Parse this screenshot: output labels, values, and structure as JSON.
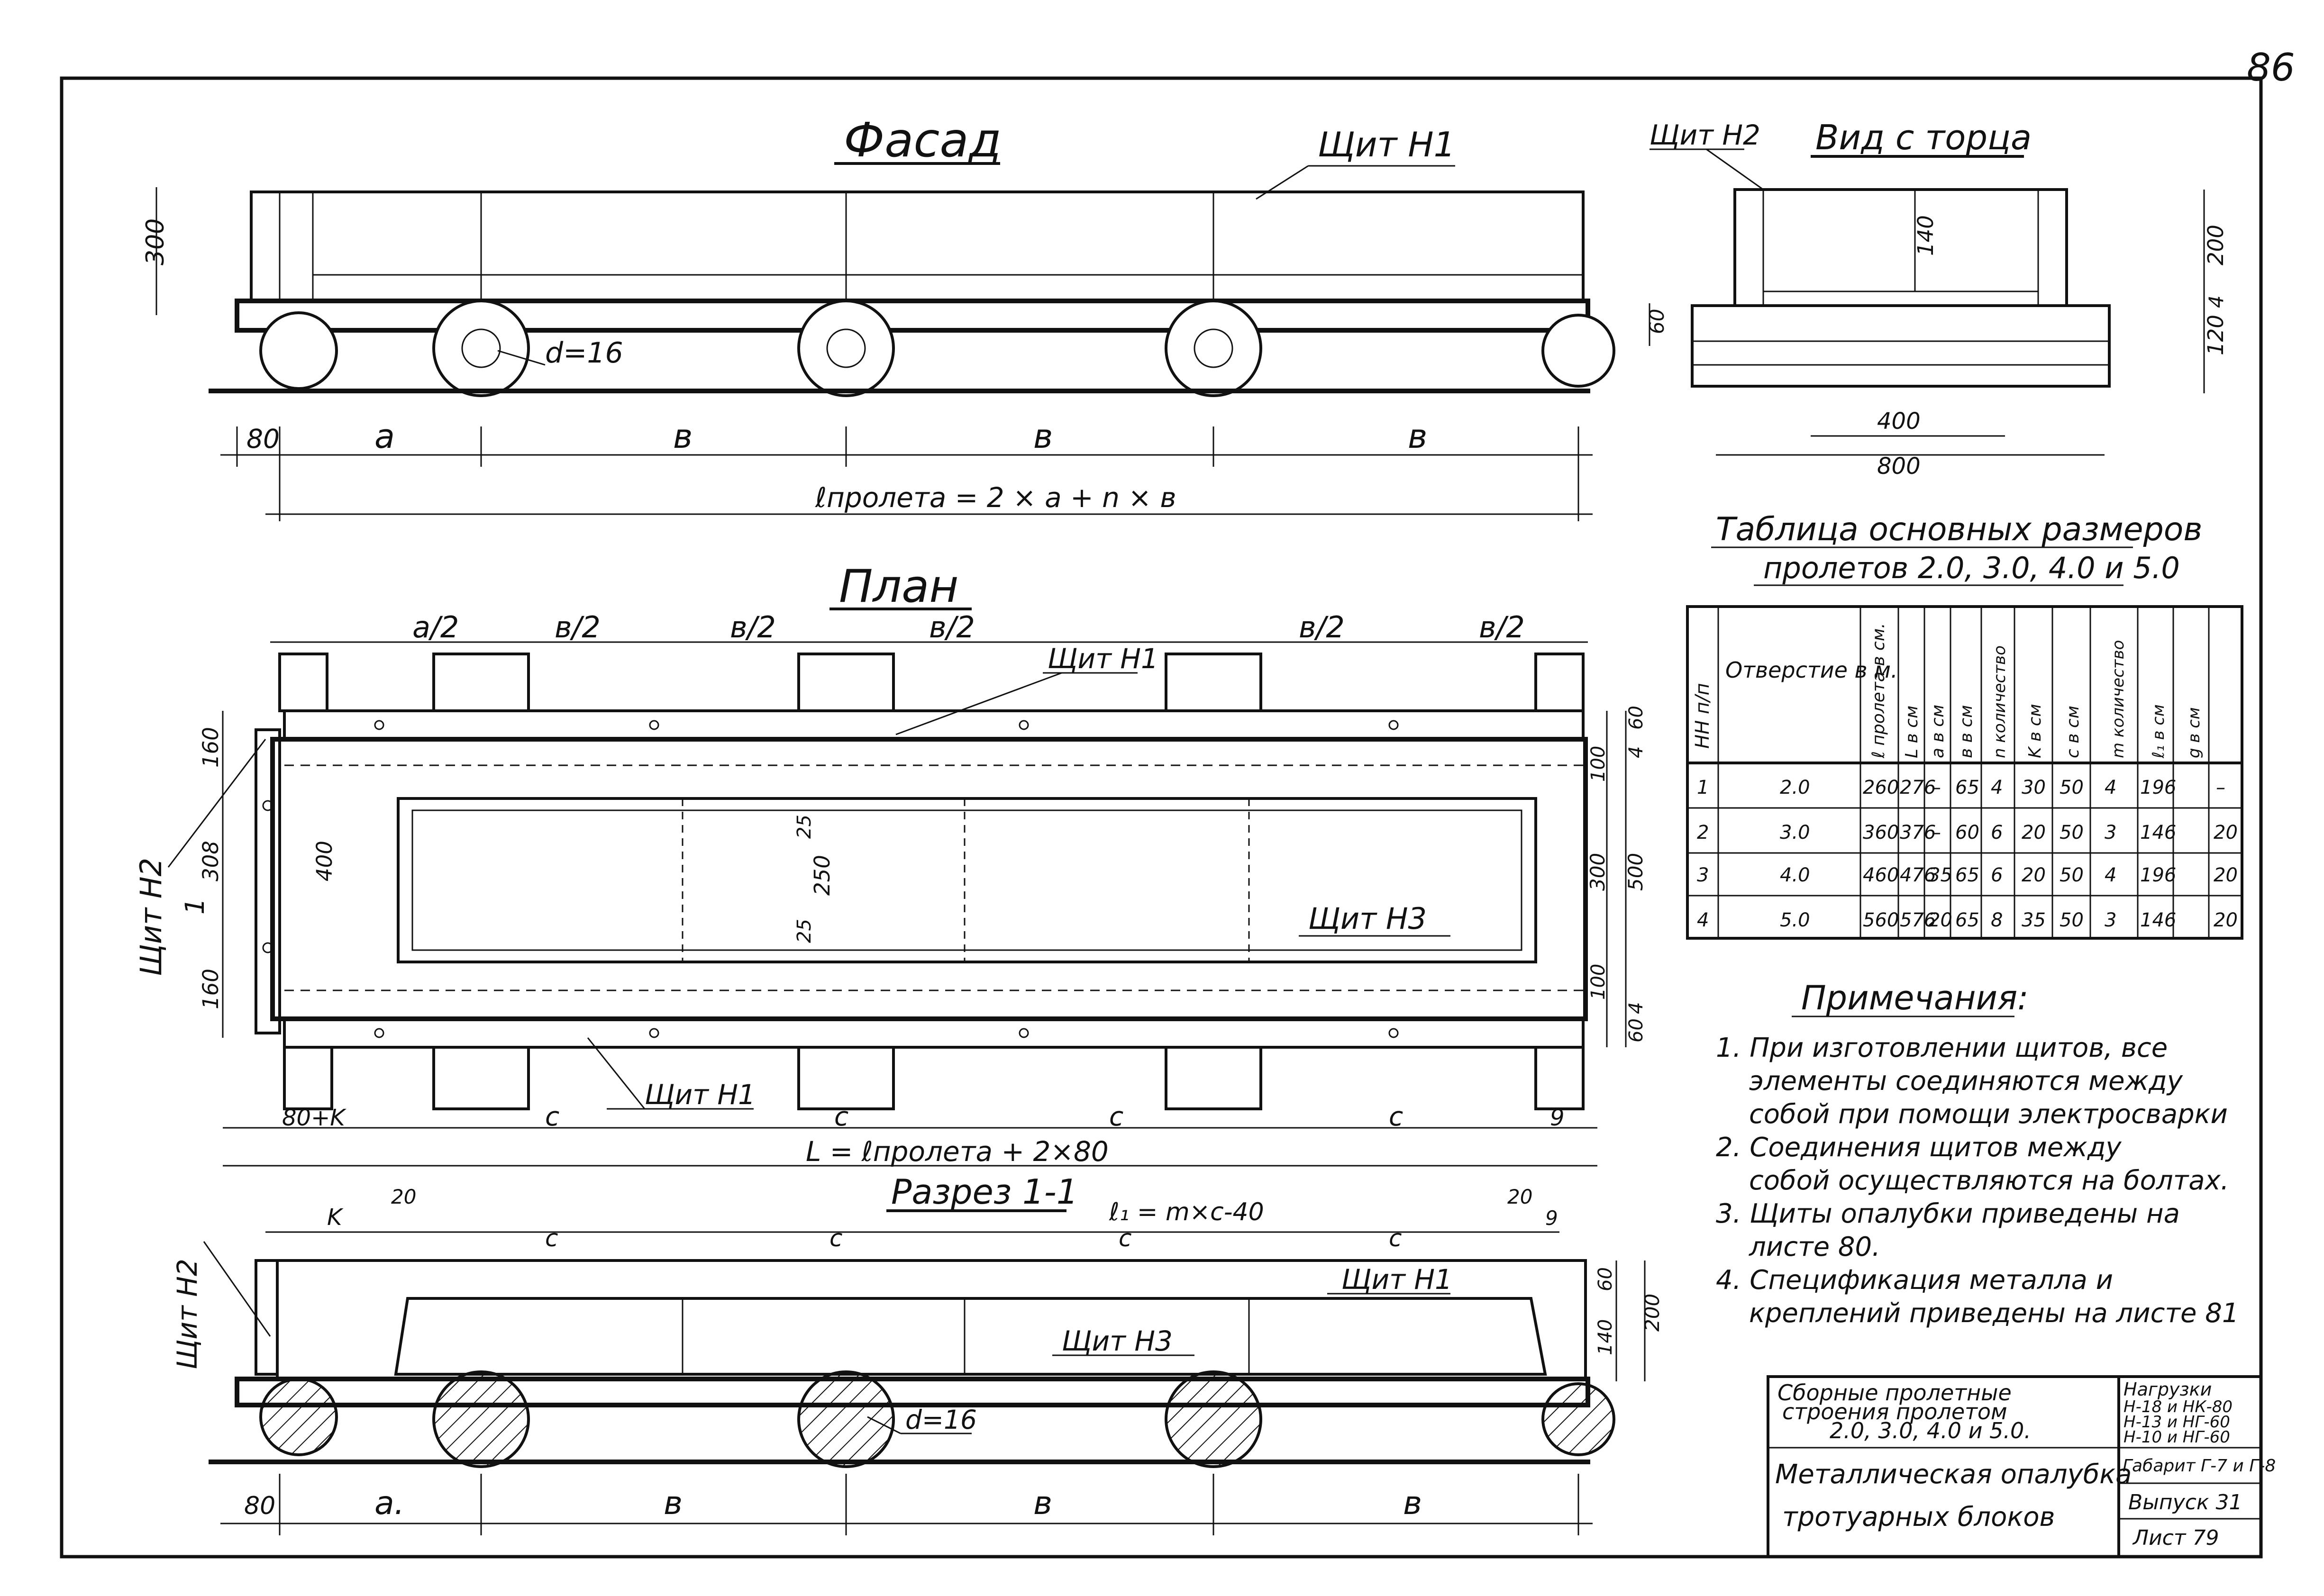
{
  "sheet_corner_number": "86",
  "facade": {
    "title": "Фасад",
    "label_shield": "Щит Н1",
    "dim_height": "300",
    "diameter_label": "d=16",
    "dims_bottom": [
      "80",
      "a",
      "в",
      "в",
      "в"
    ],
    "span_formula": "ℓпролета = 2 × a + n × в"
  },
  "end_view": {
    "title": "Вид с торца",
    "label_shield": "Щит Н2",
    "dim_140": "140",
    "dim_200": "200",
    "dim_4": "4",
    "dim_60": "60",
    "dim_120": "120",
    "dim_400": "400",
    "dim_800": "800"
  },
  "plan": {
    "title": "План",
    "top_dims": [
      "a/2",
      "в/2",
      "в/2",
      "в/2",
      "в/2",
      "в/2"
    ],
    "label_n1_top": "Щит Н1",
    "label_n1_bottom": "Щит Н1",
    "label_n2": "Щит Н2",
    "label_n3": "Щит Н3",
    "section_mark": "1",
    "left_dims": [
      "160",
      "308",
      "160"
    ],
    "dim_400": "400",
    "inner_dims": [
      "25",
      "250",
      "25"
    ],
    "right_dims": [
      "4",
      "60",
      "100",
      "300",
      "500",
      "100",
      "4",
      "60"
    ],
    "bottom_dims": [
      "80+K",
      "c",
      "c",
      "c",
      "c",
      "9"
    ],
    "length_formula": "L = ℓпролета + 2×80"
  },
  "section": {
    "title": "Разрез 1-1",
    "top_dims": [
      "K",
      "20",
      "c",
      "c",
      "c",
      "c",
      "20",
      "9"
    ],
    "l1_formula": "ℓ₁ = m×c-40",
    "label_n2": "Щит Н2",
    "label_n1": "Щит Н1",
    "label_n3": "Щит Н3",
    "diameter_label": "d=16",
    "right_dims": [
      "60",
      "140",
      "200"
    ],
    "dims_bottom": [
      "80",
      "a.",
      "в",
      "в",
      "в"
    ]
  },
  "table": {
    "title": "Таблица основных размеров",
    "subtitle": "пролетов 2.0, 3.0, 4.0 и 5.0",
    "headers": [
      "НН п/п",
      "Отверстие в м.",
      "ℓ пролета в см.",
      "L в см",
      "a в см",
      "в в см",
      "n количество",
      "K в см",
      "c в см",
      "m количество",
      "ℓ₁ в см",
      "g в см"
    ],
    "rows": [
      [
        "1",
        "2.0",
        "260",
        "276",
        "–",
        "65",
        "4",
        "30",
        "50",
        "4",
        "196",
        "–"
      ],
      [
        "2",
        "3.0",
        "360",
        "376",
        "–",
        "60",
        "6",
        "20",
        "50",
        "3",
        "146",
        "20"
      ],
      [
        "3",
        "4.0",
        "460",
        "476",
        "35",
        "65",
        "6",
        "20",
        "50",
        "4",
        "196",
        "20"
      ],
      [
        "4",
        "5.0",
        "560",
        "576",
        "20",
        "65",
        "8",
        "35",
        "50",
        "3",
        "146",
        "20"
      ]
    ]
  },
  "notes": {
    "title": "Примечания:",
    "lines": [
      "1. При изготовлении щитов, все",
      "элементы соединяются между",
      "собой при помощи электросварки",
      "2. Соединения щитов между",
      "собой осуществляются на болтах.",
      "3. Щиты опалубки приведены на",
      "листе 80.",
      "4. Спецификация металла и",
      "креплений приведены на листе 81"
    ]
  },
  "title_block": {
    "project_line1": "Сборные пролетные",
    "project_line2": "строения пролетом",
    "project_line3": "2.0, 3.0, 4.0 и 5.0.",
    "loads_line1": "Нагрузки",
    "loads_line2": "Н-18 и НК-80",
    "loads_line3": "Н-13 и НГ-60",
    "loads_line4": "Н-10 и НГ-60",
    "drawing_title_line1": "Металлическая опалубка",
    "drawing_title_line2": "тротуарных блоков",
    "gabarit": "Габарит Г-7 и Г-8",
    "issue": "Выпуск 31",
    "sheet": "Лист 79"
  }
}
